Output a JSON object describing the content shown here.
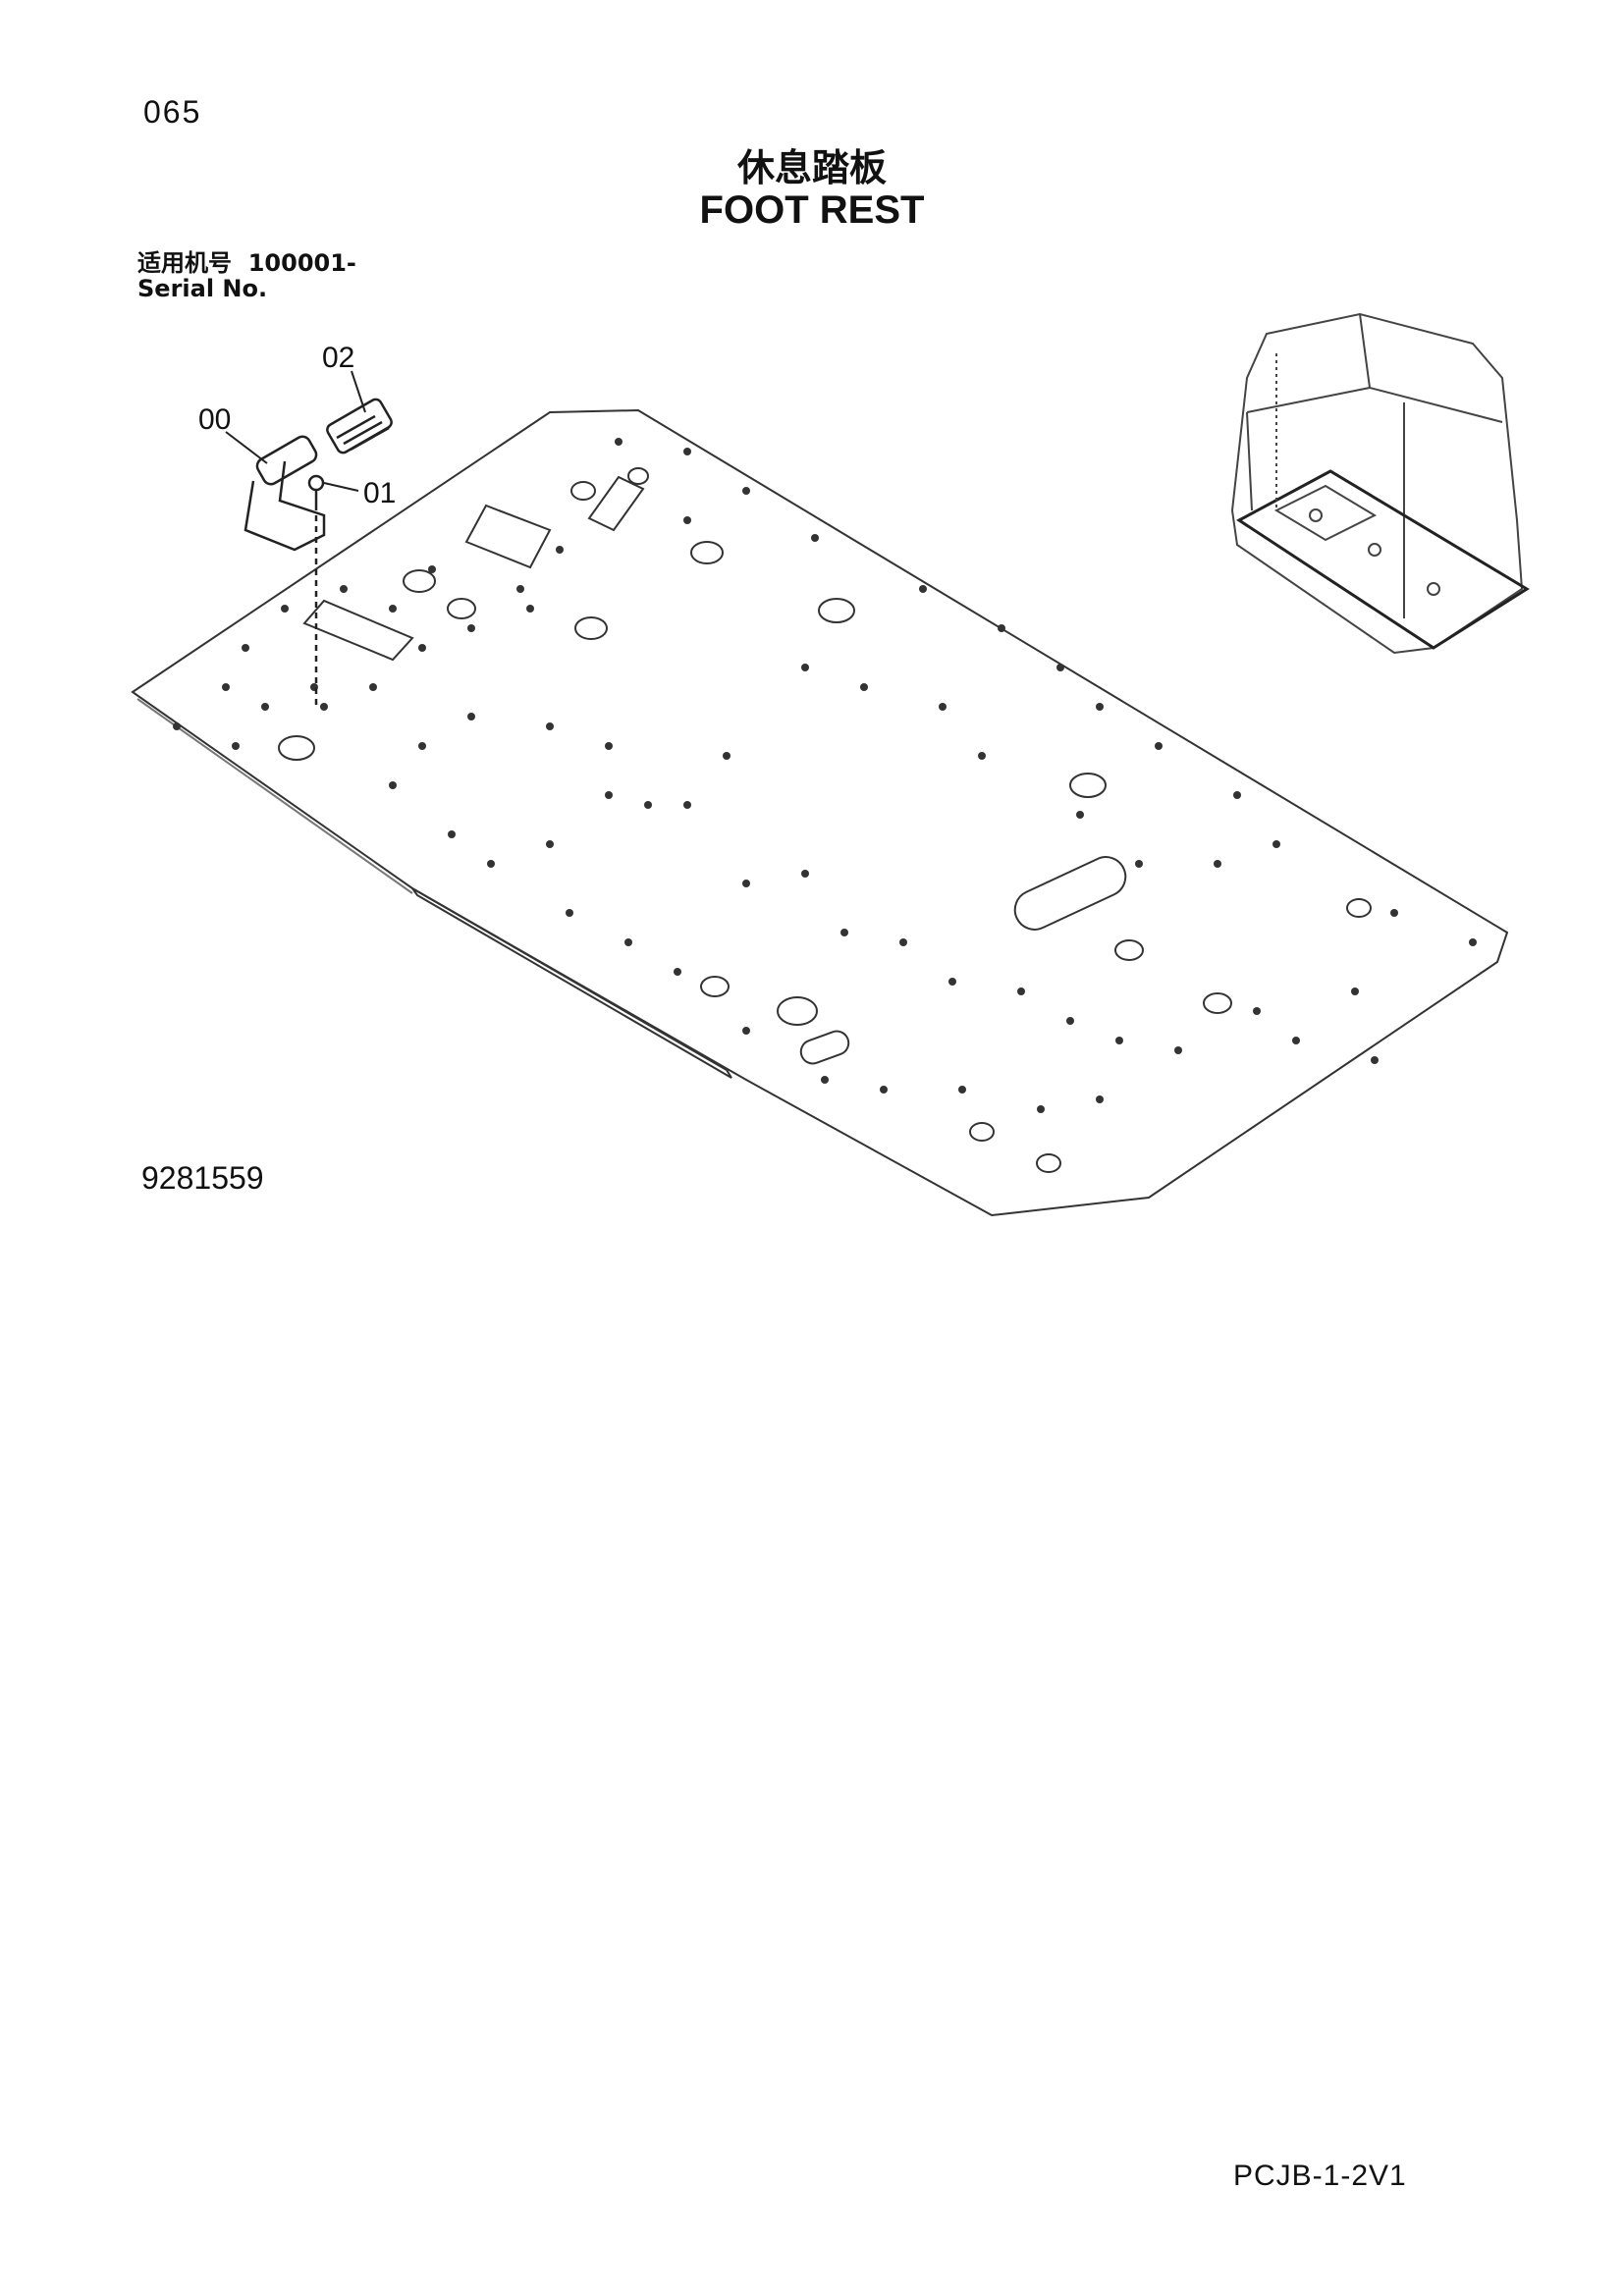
{
  "page_number": "065",
  "title": {
    "cn": "休息踏板",
    "en": "FOOT REST"
  },
  "serial": {
    "cn_label": "适用机号",
    "range": "100001-",
    "en_label": "Serial No."
  },
  "callouts": [
    "00",
    "01",
    "02"
  ],
  "drawing_id": "9281559",
  "doc_code": "PCJB-1-2V1"
}
